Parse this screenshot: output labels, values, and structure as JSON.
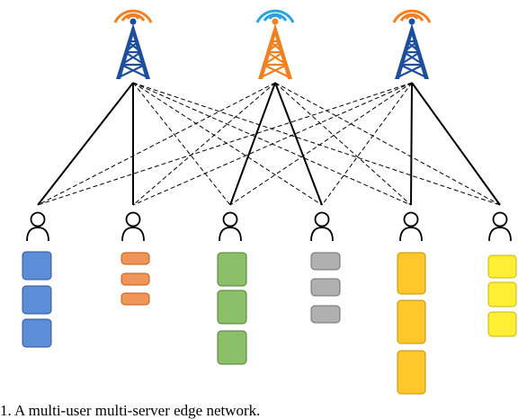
{
  "diagram": {
    "caption": "1.  A multi-user multi-server edge network.",
    "towers": [
      {
        "id": "tower-1",
        "color": "#1f4e9c",
        "wave_color": "#f08020"
      },
      {
        "id": "tower-2",
        "color": "#f08020",
        "wave_color": "#2aa3e0"
      },
      {
        "id": "tower-3",
        "color": "#1f4e9c",
        "wave_color": "#f08020"
      }
    ],
    "users": [
      {
        "id": "user-1",
        "task_color": "#5b8ed6",
        "task_border": "#2f5597",
        "task_count": 3
      },
      {
        "id": "user-2",
        "task_color": "#f0955a",
        "task_border": "#c55a11",
        "task_count": 3
      },
      {
        "id": "user-3",
        "task_color": "#8cbf6a",
        "task_border": "#507e32",
        "task_count": 3
      },
      {
        "id": "user-4",
        "task_color": "#b0b0b0",
        "task_border": "#707070",
        "task_count": 3
      },
      {
        "id": "user-5",
        "task_color": "#ffc72c",
        "task_border": "#bf9000",
        "task_count": 3
      },
      {
        "id": "user-6",
        "task_color": "#ffee33",
        "task_border": "#c9b800",
        "task_count": 3
      }
    ],
    "solid_links": [
      [
        0,
        0
      ],
      [
        0,
        1
      ],
      [
        1,
        2
      ],
      [
        1,
        3
      ],
      [
        2,
        4
      ],
      [
        2,
        5
      ]
    ],
    "dashed_links": [
      [
        0,
        2
      ],
      [
        0,
        3
      ],
      [
        0,
        4
      ],
      [
        0,
        5
      ],
      [
        1,
        0
      ],
      [
        1,
        1
      ],
      [
        1,
        4
      ],
      [
        1,
        5
      ],
      [
        2,
        0
      ],
      [
        2,
        1
      ],
      [
        2,
        2
      ],
      [
        2,
        3
      ]
    ]
  }
}
